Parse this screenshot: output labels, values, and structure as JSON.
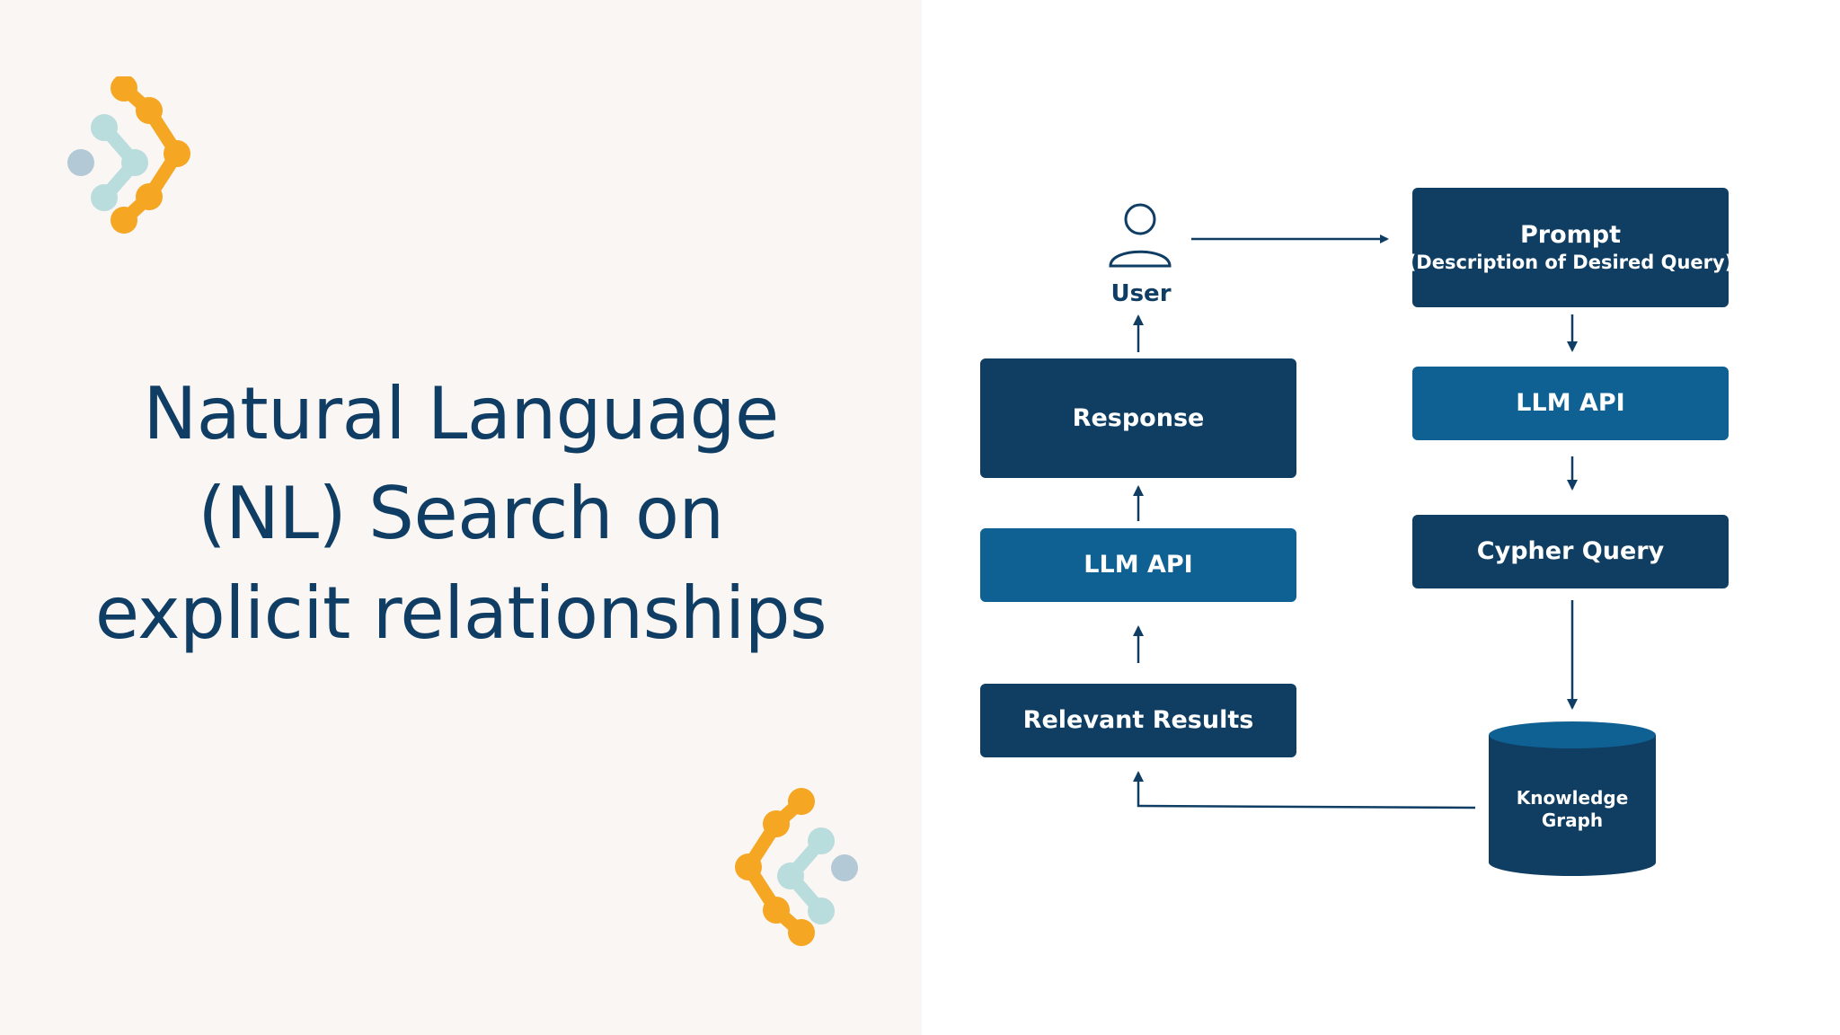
{
  "title": {
    "line1": "Natural Language",
    "line2": "(NL) Search on",
    "line3": "explicit relationships"
  },
  "colors": {
    "title": "#0f3d63",
    "box_dark": "#0f3e62",
    "box_mid": "#0f6194",
    "logo_orange": "#f5a623",
    "logo_teal": "#b9dcdc",
    "logo_grey": "#b3c9d6",
    "left_background": "#faf6f3"
  },
  "icons": {
    "logo_top": "dot-arrow-right-icon",
    "logo_bottom": "dot-arrow-left-icon",
    "user": "user-icon"
  },
  "diagram": {
    "user_label": "User",
    "prompt": {
      "title": "Prompt",
      "subtitle": "(Description of Desired Query)"
    },
    "llm_api_right": "LLM API",
    "cypher_query": "Cypher Query",
    "knowledge_graph": {
      "line1": "Knowledge",
      "line2": "Graph"
    },
    "relevant_results": "Relevant Results",
    "llm_api_left": "LLM API",
    "response": "Response"
  }
}
